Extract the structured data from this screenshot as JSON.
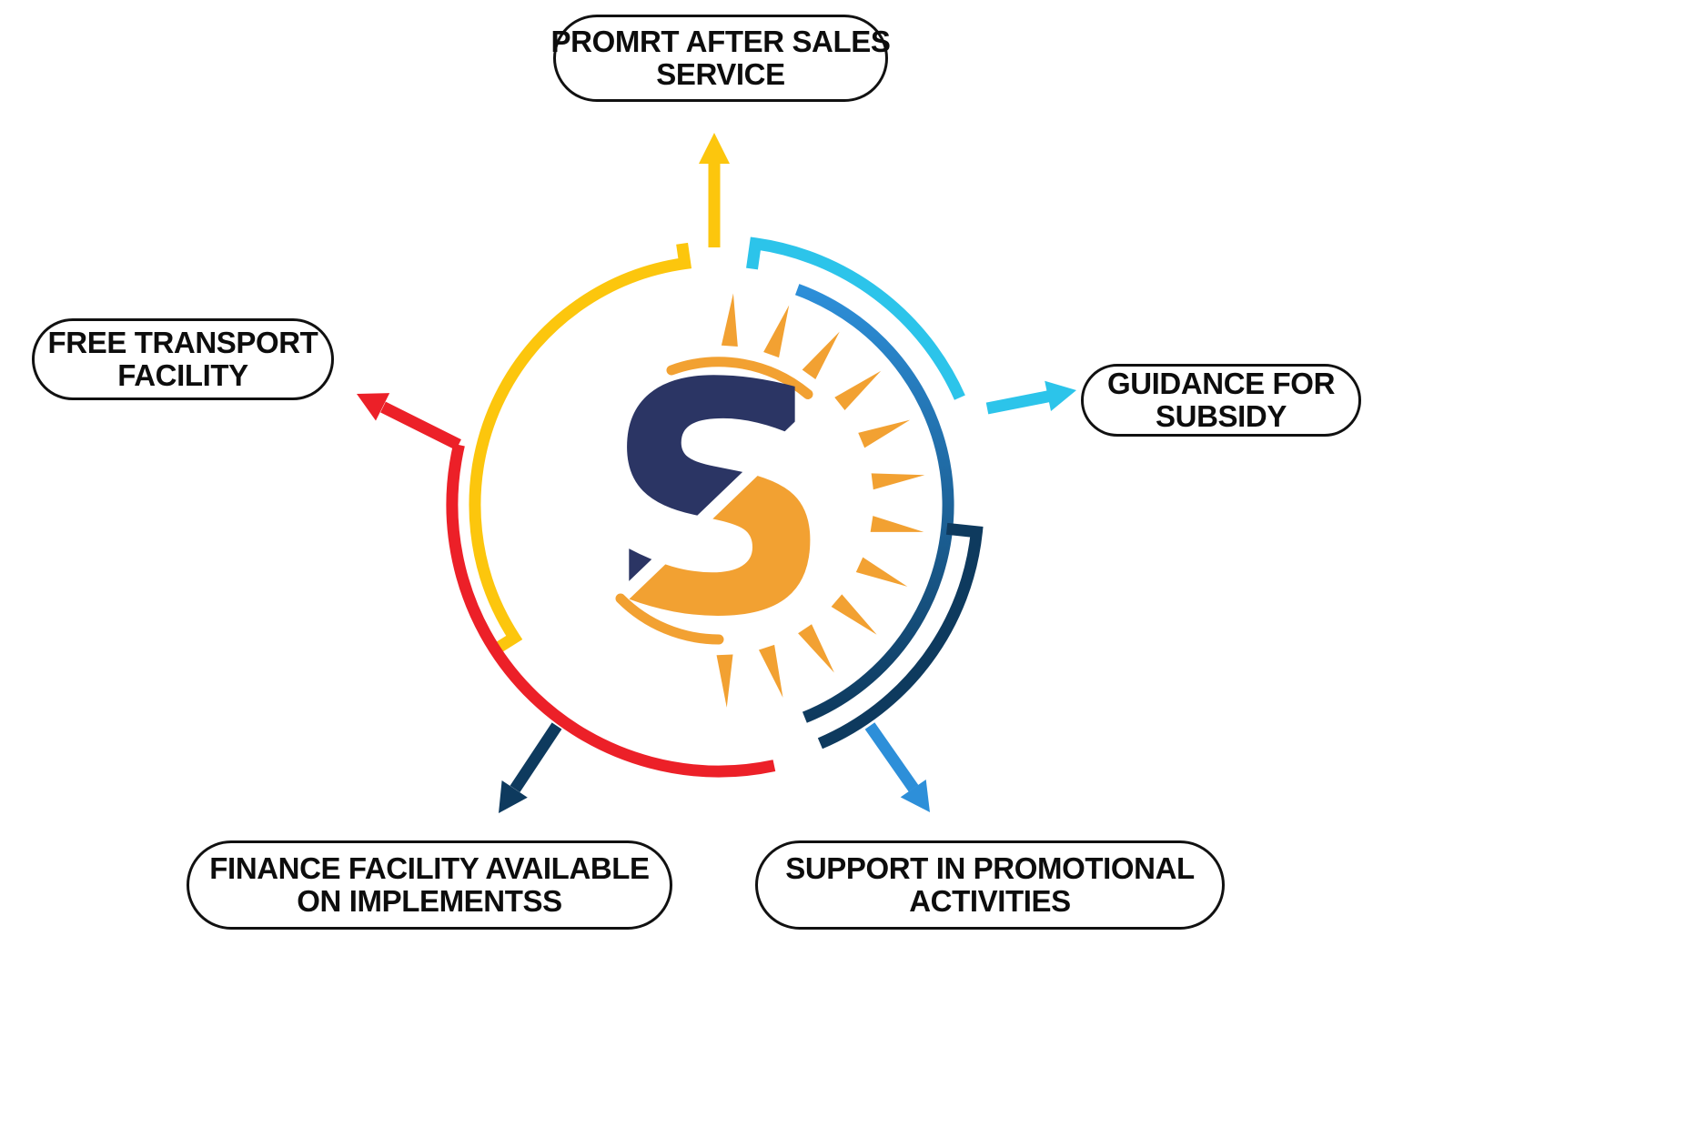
{
  "diagram": {
    "center_logo": {
      "letter": "S"
    },
    "colors": {
      "yellow": "#fcc60d",
      "cyan": "#2cc4ea",
      "blue": "#2d8fd9",
      "navy": "#0e3a5e",
      "red": "#ec2028",
      "logo_navy": "#2b3564",
      "logo_orange": "#f2a132",
      "pill_border": "#111111",
      "text": "#0d0d0d"
    },
    "nodes": [
      {
        "id": "after-sales",
        "lines": [
          "PROMRT AFTER SALES",
          "SERVICE"
        ]
      },
      {
        "id": "guidance-subsidy",
        "lines": [
          "GUIDANCE FOR",
          "SUBSIDY"
        ]
      },
      {
        "id": "promotional",
        "lines": [
          "SUPPORT IN PROMOTIONAL",
          "ACTIVITIES"
        ]
      },
      {
        "id": "finance",
        "lines": [
          "FINANCE FACILITY AVAILABLE",
          "ON IMPLEMENTSS"
        ]
      },
      {
        "id": "transport",
        "lines": [
          "FREE TRANSPORT",
          "FACILITY"
        ]
      }
    ]
  }
}
